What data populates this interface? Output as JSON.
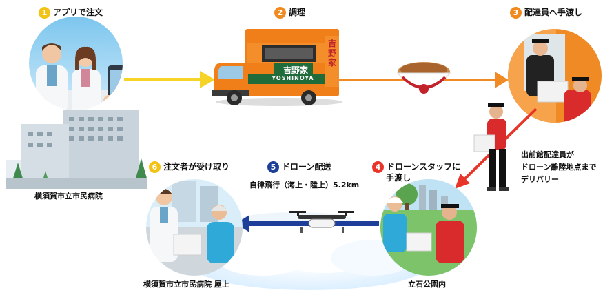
{
  "steps": [
    {
      "number": "1",
      "label": "アプリで注文",
      "color": "#f3c313"
    },
    {
      "number": "2",
      "label": "調理",
      "color": "#ef8a1e"
    },
    {
      "number": "3",
      "label": "配達員へ手渡し",
      "color": "#ef8a1e"
    },
    {
      "number": "4",
      "label_line1": "ドローンスタッフに",
      "label_line2": "手渡し",
      "color": "#e8352a"
    },
    {
      "number": "5",
      "label": "ドローン配送",
      "color": "#1d3f9a"
    },
    {
      "number": "6",
      "label": "注文者が受け取り",
      "color": "#f3c313"
    }
  ],
  "captions": {
    "hospital": "横須賀市立市民病院",
    "hospital_roof": "横須賀市立市民病院 屋上",
    "park": "立石公園内",
    "flight": "自律飛行（海上・陸上）5.2km"
  },
  "note": {
    "line1": "出前館配達員が",
    "line2": "ドローン離陸地点まで",
    "line3": "デリバリー"
  },
  "truck": {
    "side_sign": "吉野家",
    "brand": "YOSHINOYA",
    "back_sign": "吉野家"
  },
  "colors": {
    "arrow_yellow": "#f5d327",
    "arrow_orange": "#f08a24",
    "arrow_red": "#e8352a",
    "arrow_blue": "#1d3f9a",
    "truck_orange": "#f07f1a",
    "truck_green": "#1f6b3a"
  }
}
